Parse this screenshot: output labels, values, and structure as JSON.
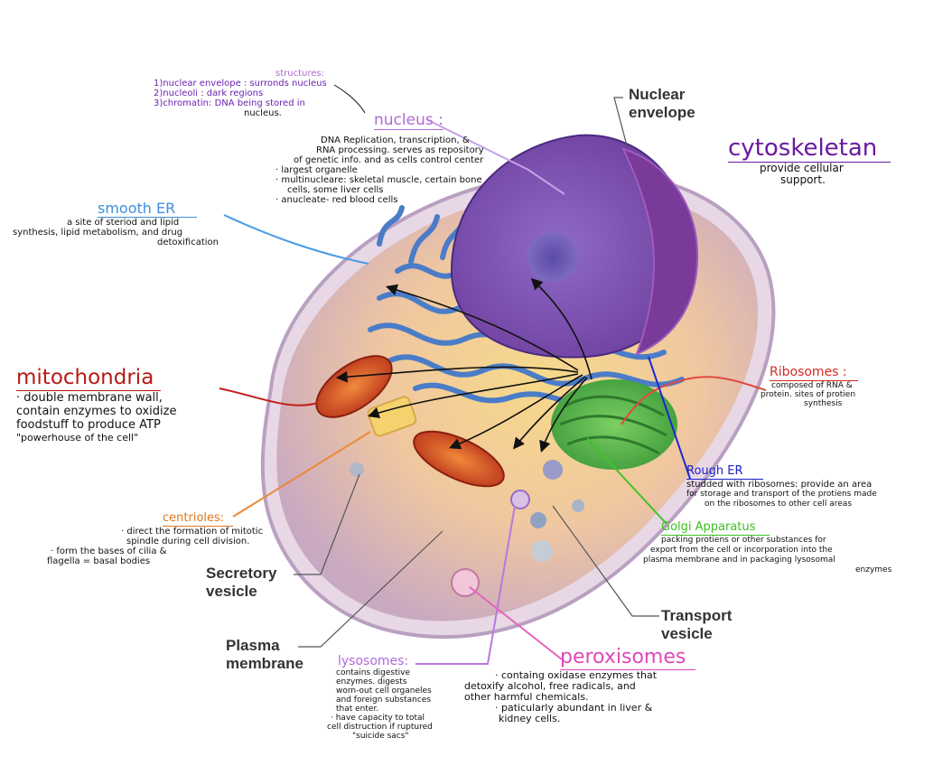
{
  "printed_labels": {
    "nuclear_envelope": [
      "Nuclear",
      "envelope"
    ],
    "secretory_vesicle": [
      "Secretory",
      "vesicle"
    ],
    "plasma_membrane": [
      "Plasma",
      "membrane"
    ],
    "transport_vesicle": [
      "Transport",
      "vesicle"
    ]
  },
  "notes": {
    "nucleus": {
      "title": "nucleus :",
      "color": "#b06ad6",
      "structures_heading": "structures:",
      "structures": [
        "1)nuclear envelope : surronds nucleus",
        "2)nucleoli : dark regions",
        "3)chromatin: DNA being stored in",
        "nucleus."
      ],
      "lines": [
        "DNA Replication, transcription, &",
        "RNA processing. serves as repository",
        "of genetic info. and as cells control center",
        "· largest organelle",
        "· multinucleare: skeletal muscle, certain bone",
        "cells, some liver cells",
        "· anucleate- red blood cells"
      ]
    },
    "cytoskeleton": {
      "title": "cytoskeletan",
      "color": "#6a1aa0",
      "lines": [
        "provide cellular",
        "support."
      ]
    },
    "smooth_er": {
      "title": "smooth ER",
      "color": "#3d8fe0",
      "lines": [
        "a site of steriod and lipid",
        "synthesis, lipid metabolism, and drug",
        "detoxification"
      ]
    },
    "mitochondria": {
      "title": "mitochondria",
      "color": "#b81a14",
      "lines": [
        "· double membrane wall,",
        "contain enzymes to oxidize",
        "foodstuff to produce ATP",
        "\"powerhouse of the cell\""
      ]
    },
    "ribosomes": {
      "title": "Ribosomes :",
      "color": "#d42a20",
      "lines": [
        "composed of RNA &",
        "protein. sites of protien",
        "synthesis"
      ]
    },
    "rough_er": {
      "title": "Rough ER",
      "color": "#1a20c8",
      "lines": [
        "studded with ribosomes: provide an area",
        "for storage and transport of the protiens made",
        "on the ribosomes to other cell areas"
      ]
    },
    "golgi": {
      "title": "Golgi Apparatus",
      "color": "#3cc022",
      "lines": [
        "packing protiens or other substances for",
        "export from the cell or incorporation into the",
        "plasma membrane and in packaging lysosomal",
        "enzymes"
      ]
    },
    "centrioles": {
      "title": "centrioles:",
      "color": "#e07820",
      "lines": [
        "· direct the formation of mitotic",
        "spindle during cell division.",
        "· form the bases of cilia &",
        "flagella = basal bodies"
      ]
    },
    "lysosomes": {
      "title": "lysosomes:",
      "color": "#b06ad6",
      "lines": [
        "contains digestive",
        "enzymes. digests",
        "worn-out cell organeles",
        "and foreign substances",
        "that enter.",
        "· have capacity to total",
        "cell distruction if ruptured",
        "\"suicide sacs\""
      ]
    },
    "peroxisomes": {
      "title": "peroxisomes",
      "color": "#e048b8",
      "lines": [
        "· containg oxidase enzymes that",
        "detoxify alcohol, free radicals, and",
        "other harmful chemicals.",
        "· paticularly abundant in liver &",
        "kidney cells."
      ]
    }
  }
}
